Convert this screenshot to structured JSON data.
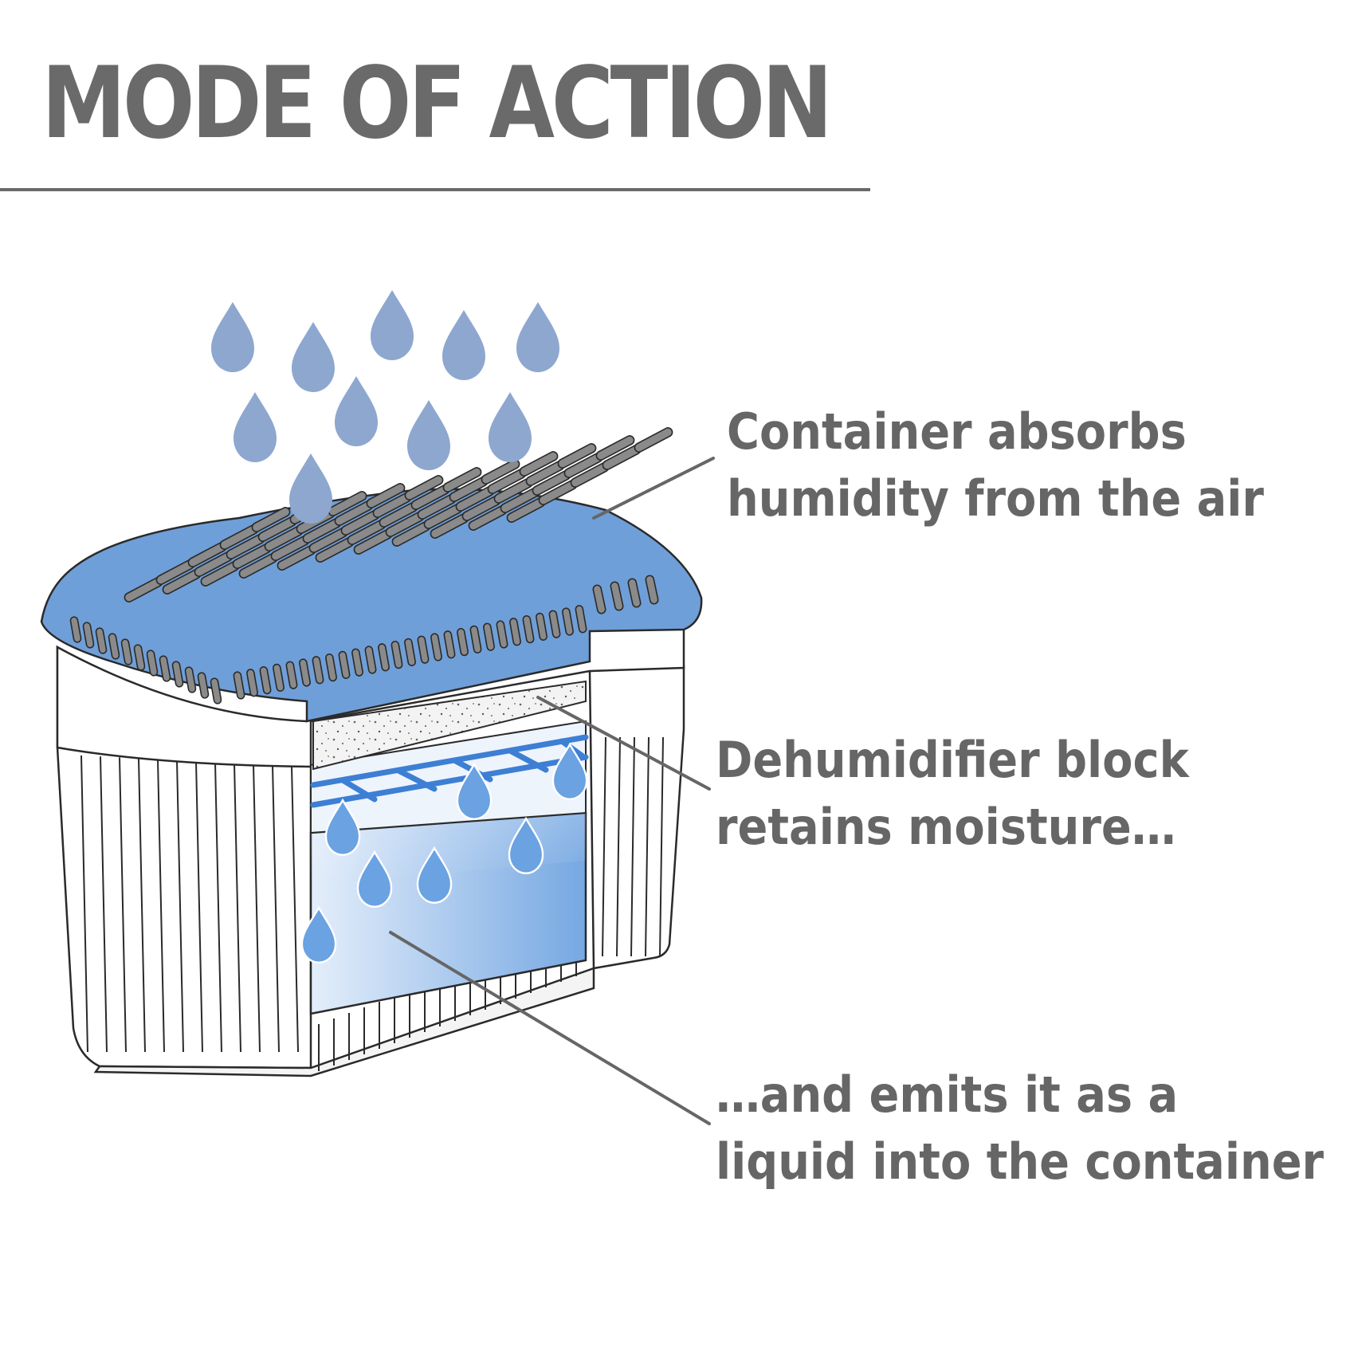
{
  "title": "MODE OF ACTION",
  "colors": {
    "text": "#666666",
    "lid_blue": "#6f9fd8",
    "lid_slot": "#8a8a8a",
    "droplet": "#8ea7cf",
    "water_blue": "#7fb0e4",
    "outline": "#2a2a2a"
  },
  "labels": [
    {
      "id": "absorb",
      "lines": [
        "Container absorbs",
        "humidity from the air"
      ]
    },
    {
      "id": "retain",
      "lines": [
        "Dehumidifier block",
        "retains moisture…"
      ]
    },
    {
      "id": "emit",
      "lines": [
        "…and emits it as a",
        "liquid into the container"
      ]
    }
  ],
  "icons": {
    "air_droplets": "water-droplet-icon",
    "inner_droplets": "water-droplet-icon"
  }
}
